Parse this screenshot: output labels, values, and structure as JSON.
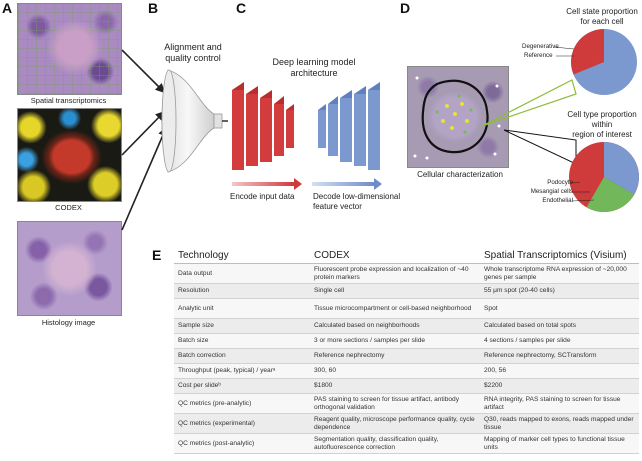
{
  "panels": {
    "a": "A",
    "b": "B",
    "c": "C",
    "d": "D",
    "e": "E"
  },
  "panel_a": {
    "captions": [
      "Spatial transcriptomics",
      "CODEX",
      "Histology image"
    ]
  },
  "panel_b": {
    "title_line1": "Alignment and",
    "title_line2": "quality control"
  },
  "panel_c": {
    "title_line1": "Deep learning model",
    "title_line2": "architecture",
    "encode_label": "Encode input data",
    "decode_line1": "Decode low-dimensional",
    "decode_line2": "feature vector"
  },
  "panel_d": {
    "caption": "Cellular characterization",
    "pie1_title_line1": "Cell state proportion",
    "pie1_title_line2": "for each cell",
    "pie1_labels": [
      "Degenerative",
      "Reference"
    ],
    "pie2_title_line1": "Cell type proportion",
    "pie2_title_line2": "within",
    "pie2_title_line3": "region of interest",
    "pie2_labels": [
      "Podocyte",
      "Mesangial cells",
      "Endothelial"
    ]
  },
  "colors": {
    "red": "#cf3a3a",
    "blue": "#7b98cf",
    "green": "#72b85a",
    "table_gray": "#ececec"
  },
  "table": {
    "headers": [
      "Technology",
      "CODEX",
      "Spatial Transcriptomics (Visium)"
    ],
    "rows": [
      [
        "Data output",
        "Fluorescent probe expression and localization of ~40 protein markers",
        "Whole transcriptome RNA expression of ~20,000 genes per sample"
      ],
      [
        "Resolution",
        "Single cell",
        "55 μm spot (20-40 cells)"
      ],
      [
        "Analytic unit",
        "Tissue microcompartment or cell-based neighborhood",
        "Spot"
      ],
      [
        "Sample size",
        "Calculated based on neighborhoods",
        "Calculated based on total spots"
      ],
      [
        "Batch size",
        "3 or more sections / samples per slide",
        "4 sections / samples per slide"
      ],
      [
        "Batch correction",
        "Reference nephrectomy",
        "Reference nephrectomy, SCTransform"
      ],
      [
        "Throughput (peak, typical) / yearᵃ",
        "300, 60",
        "200, 56"
      ],
      [
        "Cost per slideᵇ",
        "$1800",
        "$2200"
      ],
      [
        "QC metrics (pre-analytic)",
        "PAS staining to screen for tissue artifact, antibody orthogonal validation",
        "RNA integrity, PAS staining to screen for tissue artifact"
      ],
      [
        "QC metrics (experimental)",
        "Reagent quality, microscope performance quality, cycle dependence",
        "Q30, reads mapped to exons, reads mapped under tissue"
      ],
      [
        "QC metrics (post-analytic)",
        "Segmentation quality, classification quality, autofluorescence correction",
        "Mapping of marker cell types to functional tissue units"
      ]
    ]
  }
}
